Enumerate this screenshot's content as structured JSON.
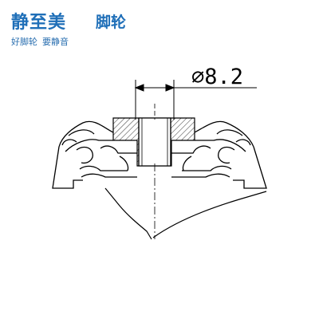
{
  "brand": {
    "name": "静至美",
    "product": "脚轮",
    "slogan_1": "好脚轮",
    "slogan_2": "要静音"
  },
  "drawing": {
    "dimension_label": "⌀8.2"
  },
  "colors": {
    "brand_blue": "#1f6fb8",
    "line": "#000000",
    "paper": "#ffffff"
  }
}
